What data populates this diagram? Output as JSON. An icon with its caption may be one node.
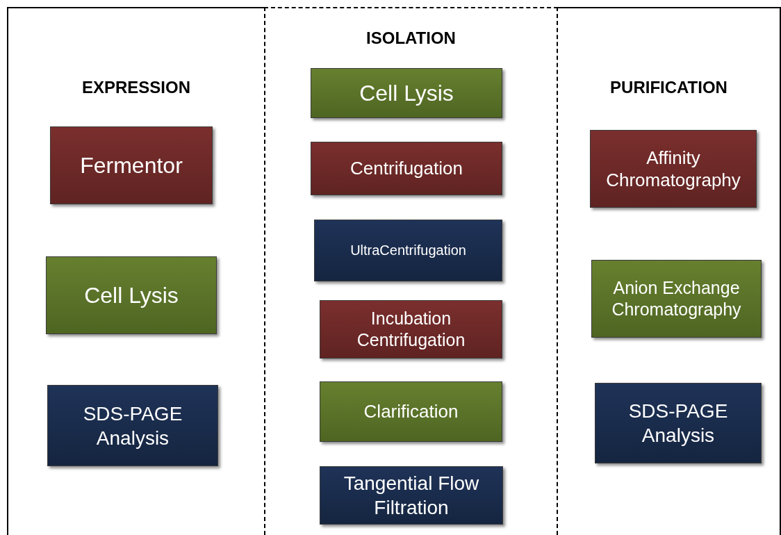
{
  "diagram": {
    "nodes": [
      {
        "text": [
          "EXPRESSION"
        ]
      },
      {
        "text": [
          "Fermentor"
        ],
        "in": 0
      },
      {
        "text": [
          "Cell Lysis"
        ],
        "in": 0
      },
      {
        "text": [
          "SDS-PAGE Analysis"
        ],
        "in": 0
      },
      {
        "text": [
          "ISOLATION"
        ]
      },
      {
        "text": [
          "Cell Lysis"
        ],
        "in": 4
      },
      {
        "text": [
          "Centrifugation"
        ],
        "in": 4
      },
      {
        "text": [
          "UltraCentrifugation"
        ],
        "in": 4
      },
      {
        "text": [
          "Incubation Centrifugation"
        ],
        "in": 4
      },
      {
        "text": [
          "Clarification"
        ],
        "in": 4
      },
      {
        "text": [
          "Tangential Flow Filtration"
        ],
        "in": 4
      },
      {
        "text": [
          "PURIFICATION"
        ]
      },
      {
        "text": [
          "Affinity Chromatography"
        ],
        "in": 11
      },
      {
        "text": [
          "Anion Exchange Chromatography"
        ],
        "in": 11
      },
      {
        "text": [
          "SDS-PAGE Analysis"
        ],
        "in": 11
      }
    ],
    "edges": []
  }
}
